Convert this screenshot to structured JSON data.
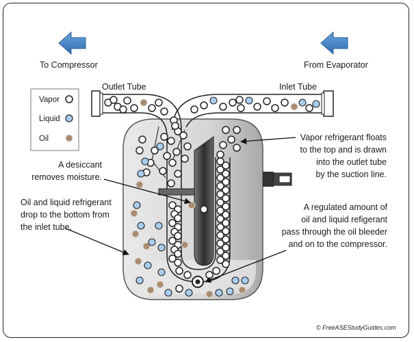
{
  "colors": {
    "arrow_blue": "#4a86c5",
    "housing_gray": "#dcdcdc",
    "liquid_blue": "#a9cdee",
    "oil_brown": "#a88c70",
    "vapor_white": "#ffffff",
    "dark_tube": "#555555"
  },
  "arrows": {
    "left_label": "To Compressor",
    "right_label": "From Evaporator"
  },
  "legend": {
    "items": [
      {
        "label": "Vapor",
        "kind": "vapor"
      },
      {
        "label": "Liquid",
        "kind": "liquid"
      },
      {
        "label": "Oil",
        "kind": "oil"
      }
    ]
  },
  "tubes": {
    "outlet_label": "Outlet Tube",
    "inlet_label": "Inlet Tube"
  },
  "callouts": {
    "desiccant": [
      "A desiccant",
      "removes moisture."
    ],
    "oil_liquid_drop": [
      "Oil and liquid refrigerant",
      "drop to the bottom from",
      "the inlet tube."
    ],
    "vapor_floats": [
      "Vapor refrigerant floats",
      "to the top and is drawn",
      "into the outlet tube",
      "by the suction line."
    ],
    "regulated": [
      "A regulated amount of",
      "oil and liquid refigerant",
      "pass through the oil bleeder",
      "and on to the compressor."
    ]
  },
  "credit": "© FreeASEStudyGuides.com"
}
